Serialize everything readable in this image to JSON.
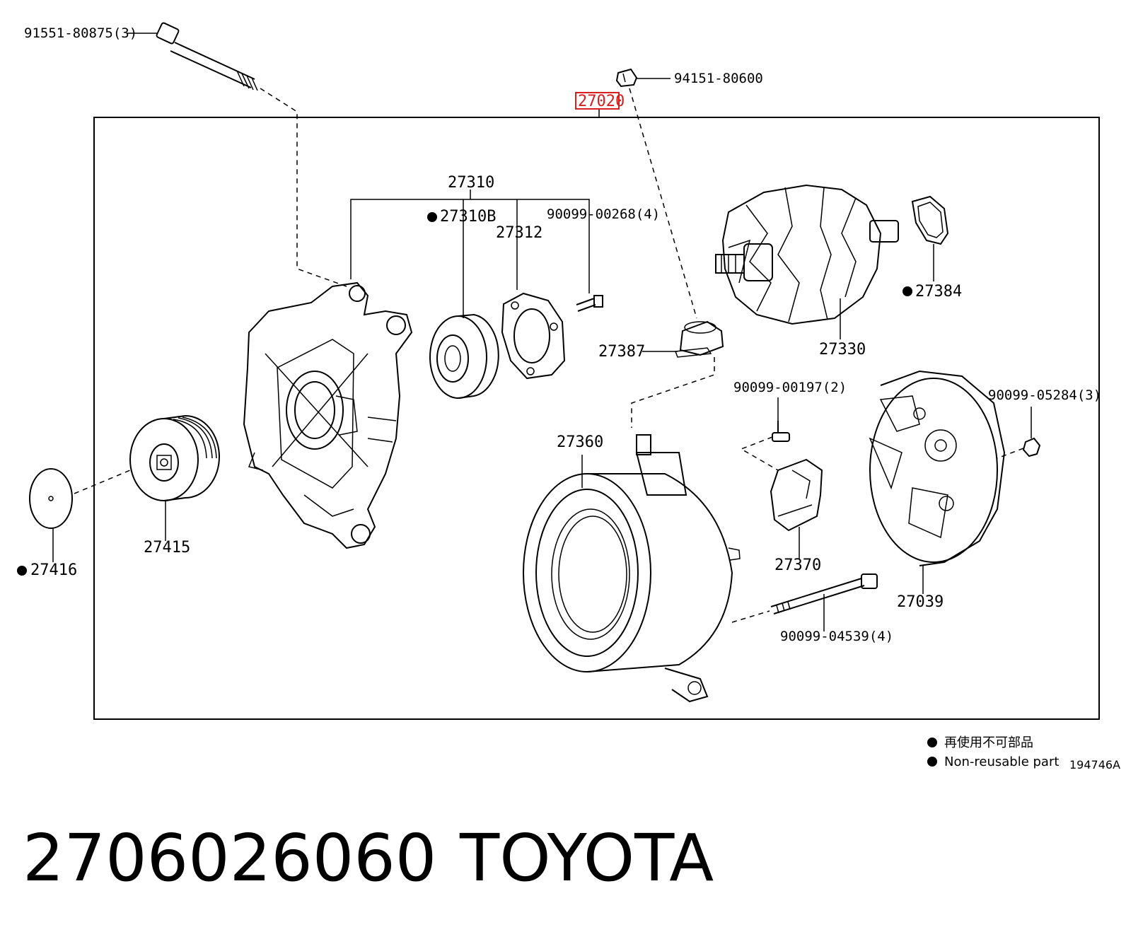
{
  "highlight_color": "#d81e1e",
  "callouts": {
    "bolt_top": "91551-80875(3)",
    "nut_top": "94151-80600",
    "assembly": "27020",
    "frame_drive_end": "27310",
    "bearing": "27310B",
    "retainer": "27312",
    "screw_retainer": "90099-00268(4)",
    "rotor": "27330",
    "ring_seal": "27384",
    "brush_holder": "27387",
    "stator": "27360",
    "screw_regulator": "90099-00197(2)",
    "nut_cover": "90099-05284(3)",
    "regulator": "27370",
    "rear_cover": "27039",
    "through_bolt": "90099-04539(4)",
    "pulley": "27415",
    "pulley_cap": "27416"
  },
  "legend": {
    "line_cn": "再使用不可部品",
    "line_en": "Non-reusable part",
    "diagram_ref": "194746A"
  },
  "footer": {
    "part_number": "2706026060",
    "brand": "TOYOTA"
  }
}
